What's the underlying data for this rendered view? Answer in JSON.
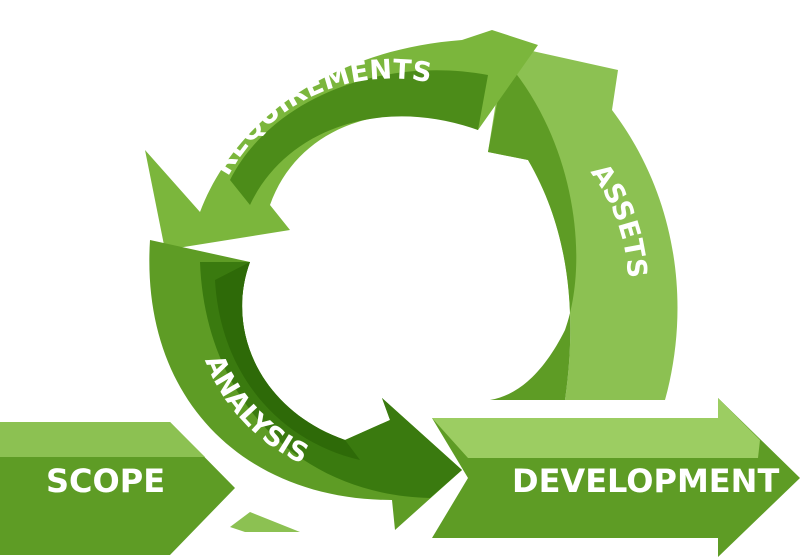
{
  "diagram": {
    "steps": {
      "scope": "SCOPE",
      "requirements": "REQUIREMENTS",
      "assets": "ASSETS",
      "analysis": "ANALYSIS",
      "development": "DEVELOPMENT"
    },
    "colors": {
      "light": "#8cc152",
      "lighter": "#9ccd62",
      "mid": "#6aaa2a",
      "dark": "#4c8c19",
      "darker": "#3a7a0f",
      "darkest": "#2e6a08"
    }
  }
}
